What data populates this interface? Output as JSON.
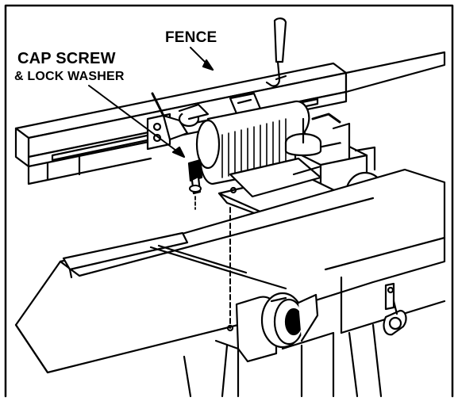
{
  "diagram": {
    "callouts": {
      "fence": "FENCE",
      "cap_screw": "CAP SCREW",
      "lock_washer": "& LOCK WASHER"
    },
    "colors": {
      "line": "#000000",
      "paper": "#ffffff"
    }
  }
}
